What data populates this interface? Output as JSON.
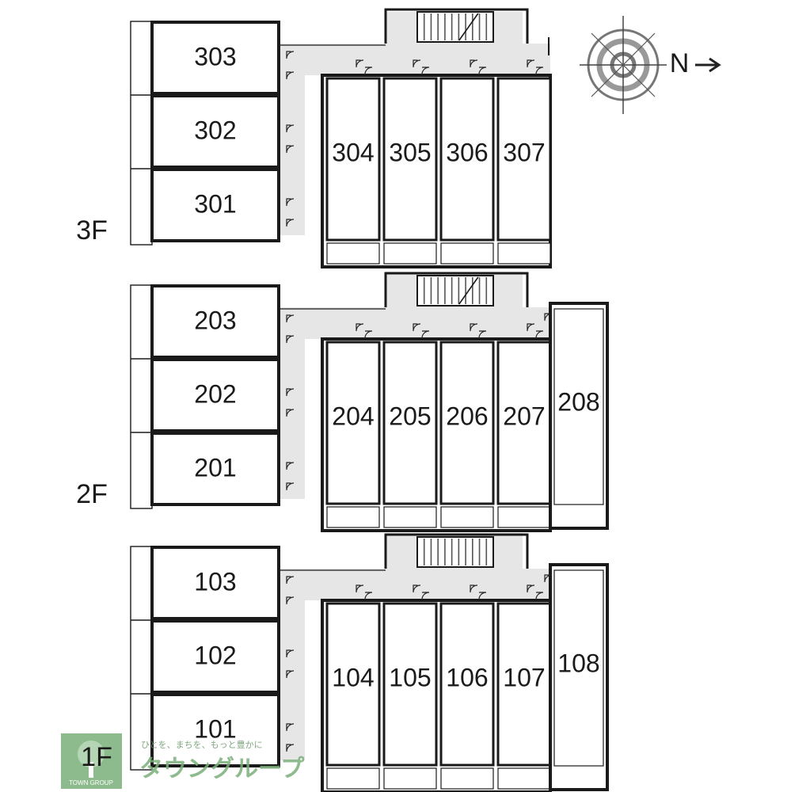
{
  "floors": [
    {
      "label": "3F",
      "west_units": [
        "303",
        "302",
        "301"
      ],
      "east_units": [
        "304",
        "305",
        "306",
        "307"
      ],
      "corner_unit": ""
    },
    {
      "label": "2F",
      "west_units": [
        "203",
        "202",
        "201"
      ],
      "east_units": [
        "204",
        "205",
        "206",
        "207"
      ],
      "corner_unit": "208"
    },
    {
      "label": "1F",
      "west_units": [
        "103",
        "102",
        "101"
      ],
      "east_units": [
        "104",
        "105",
        "106",
        "107"
      ],
      "corner_unit": "108"
    }
  ],
  "compass": {
    "letter": "N",
    "icon": "compass-rose-icon"
  },
  "watermark": {
    "tagline": "ひとを、まちを、もっと豊かに",
    "brand": "タウングループ",
    "caption": "TOWN GROUP",
    "icon": "tree-logo-icon"
  },
  "colors": {
    "wall": "#1a1a1a",
    "corridor": "#e6e6e6",
    "stair": "#555555",
    "brand_green": "#7bb07b"
  }
}
